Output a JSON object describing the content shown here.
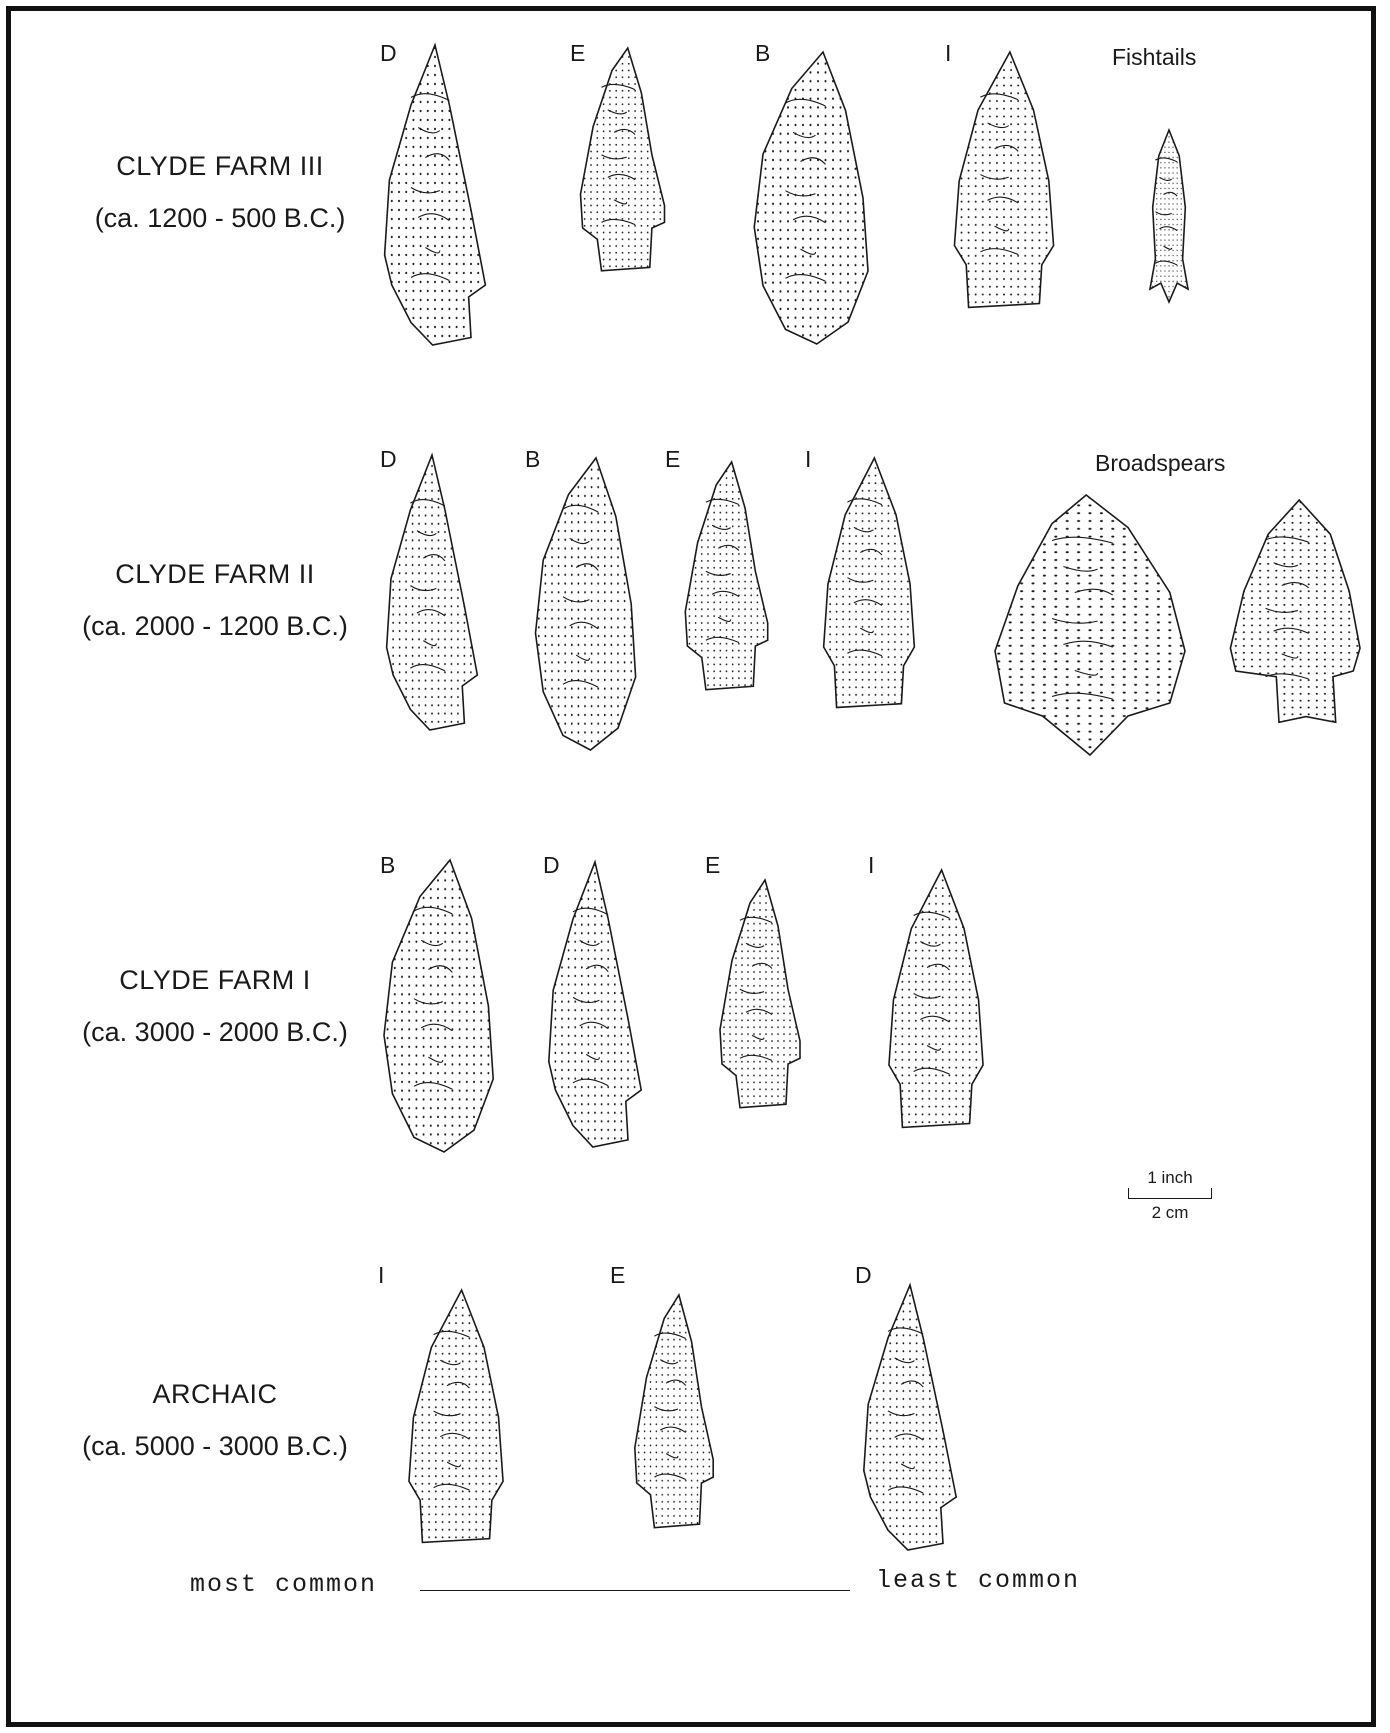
{
  "rows": [
    {
      "period": "CLYDE FARM III",
      "dates": "(ca. 1200 - 500 B.C.)",
      "letters": [
        "D",
        "E",
        "B",
        "I"
      ],
      "category_label": "Fishtails"
    },
    {
      "period": "CLYDE FARM II",
      "dates": "(ca. 2000 - 1200 B.C.)",
      "letters": [
        "D",
        "B",
        "E",
        "I"
      ],
      "category_label": "Broadspears"
    },
    {
      "period": "CLYDE FARM I",
      "dates": "(ca. 3000 - 2000 B.C.)",
      "letters": [
        "B",
        "D",
        "E",
        "I"
      ]
    },
    {
      "period": "ARCHAIC",
      "dates": "(ca. 5000 - 3000 B.C.)",
      "letters": [
        "I",
        "E",
        "D"
      ]
    }
  ],
  "scale": {
    "top_label": "1 inch",
    "bottom_label": "2 cm"
  },
  "legend": {
    "left": "most common",
    "right": "least common"
  },
  "colors": {
    "ink": "#1a1a1a",
    "paper": "#ffffff"
  }
}
